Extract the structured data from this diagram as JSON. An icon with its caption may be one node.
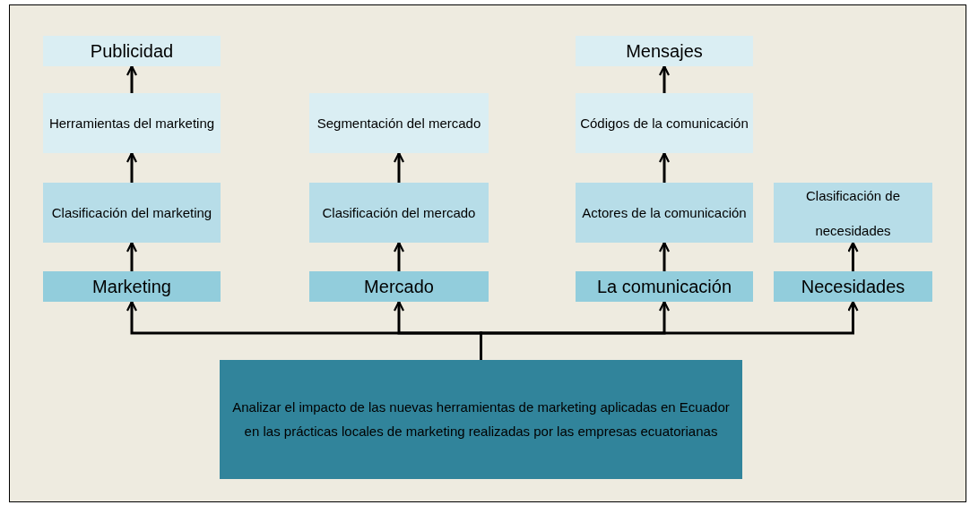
{
  "diagram": {
    "nodes": [
      {
        "text": [
          "Publicidad"
        ]
      },
      {
        "text": [
          "Herramientas del marketing"
        ]
      },
      {
        "text": [
          "Clasificación del marketing"
        ]
      },
      {
        "text": [
          "Marketing"
        ]
      },
      {
        "text": [
          "Segmentación del mercado"
        ]
      },
      {
        "text": [
          "Clasificación del mercado"
        ]
      },
      {
        "text": [
          "Mercado"
        ]
      },
      {
        "text": [
          "Mensajes"
        ]
      },
      {
        "text": [
          "Códigos de la comunicación"
        ]
      },
      {
        "text": [
          "Actores de la comunicación"
        ]
      },
      {
        "text": [
          "La comunicación"
        ]
      },
      {
        "text": [
          "Clasificación de necesidades"
        ]
      },
      {
        "text": [
          "Necesidades"
        ]
      },
      {
        "text": [
          "Analizar el impacto de las nuevas herramientas de marketing aplicadas en Ecuador en las prácticas locales de marketing realizadas por las empresas ecuatorianas"
        ]
      }
    ],
    "edges": [
      {
        "from": 3,
        "to": 2,
        "arrow": "to"
      },
      {
        "from": 2,
        "to": 1,
        "arrow": "to"
      },
      {
        "from": 1,
        "to": 0,
        "arrow": "to"
      },
      {
        "from": 6,
        "to": 5,
        "arrow": "to"
      },
      {
        "from": 5,
        "to": 4,
        "arrow": "to"
      },
      {
        "from": 10,
        "to": 9,
        "arrow": "to"
      },
      {
        "from": 9,
        "to": 8,
        "arrow": "to"
      },
      {
        "from": 8,
        "to": 7,
        "arrow": "to"
      },
      {
        "from": 12,
        "to": 11,
        "arrow": "to"
      },
      {
        "from": 13,
        "to": 3,
        "arrow": "to"
      },
      {
        "from": 13,
        "to": 6,
        "arrow": "to"
      },
      {
        "from": 13,
        "to": 10,
        "arrow": "to"
      },
      {
        "from": 13,
        "to": 12,
        "arrow": "to"
      }
    ]
  }
}
